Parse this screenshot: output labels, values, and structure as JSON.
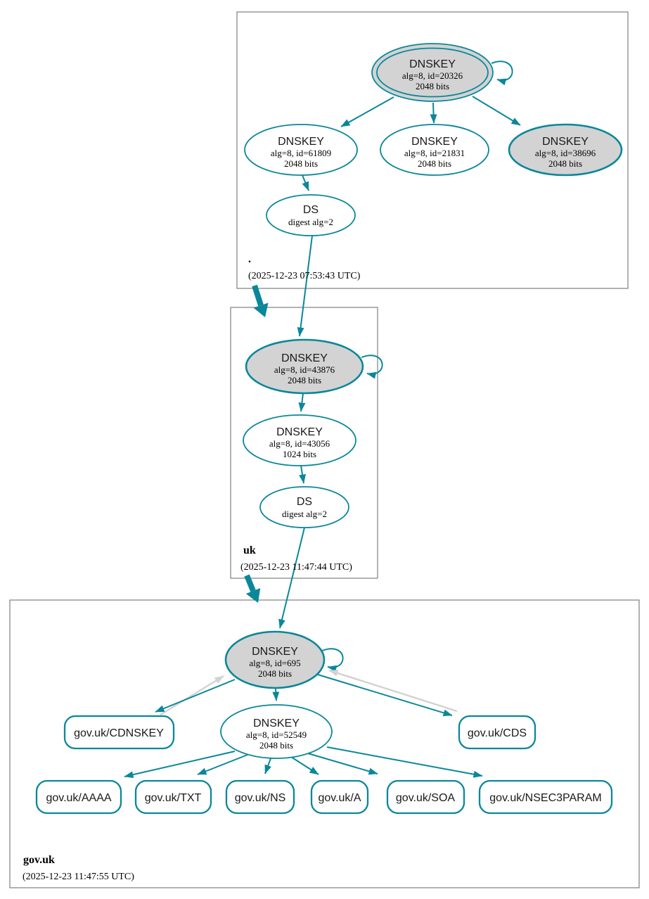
{
  "colors": {
    "secure_teal": "#0a879a",
    "ksk_fill_gray": "#d3d3d3",
    "reverse_arrow_gray": "#d2d2d2",
    "zone_box_border": "#7e7e7e"
  },
  "zones": {
    "root": {
      "label": ".",
      "timestamp": "(2025-12-23 07:53:43 UTC)",
      "ksk": {
        "title": "DNSKEY",
        "alg": "alg=8, id=20326",
        "bits": "2048 bits"
      },
      "key61809": {
        "title": "DNSKEY",
        "alg": "alg=8, id=61809",
        "bits": "2048 bits"
      },
      "key21831": {
        "title": "DNSKEY",
        "alg": "alg=8, id=21831",
        "bits": "2048 bits"
      },
      "key38696": {
        "title": "DNSKEY",
        "alg": "alg=8, id=38696",
        "bits": "2048 bits"
      },
      "ds": {
        "title": "DS",
        "digest": "digest alg=2"
      }
    },
    "uk": {
      "label": "uk",
      "timestamp": "(2025-12-23 11:47:44 UTC)",
      "ksk": {
        "title": "DNSKEY",
        "alg": "alg=8, id=43876",
        "bits": "2048 bits"
      },
      "zsk": {
        "title": "DNSKEY",
        "alg": "alg=8, id=43056",
        "bits": "1024 bits"
      },
      "ds": {
        "title": "DS",
        "digest": "digest alg=2"
      }
    },
    "govuk": {
      "label": "gov.uk",
      "timestamp": "(2025-12-23 11:47:55 UTC)",
      "ksk": {
        "title": "DNSKEY",
        "alg": "alg=8, id=695",
        "bits": "2048 bits"
      },
      "zsk": {
        "title": "DNSKEY",
        "alg": "alg=8, id=52549",
        "bits": "2048 bits"
      },
      "cdnskey": "gov.uk/CDNSKEY",
      "cds": "gov.uk/CDS",
      "rrsets": {
        "aaaa": "gov.uk/AAAA",
        "txt": "gov.uk/TXT",
        "ns": "gov.uk/NS",
        "a": "gov.uk/A",
        "soa": "gov.uk/SOA",
        "nsec3param": "gov.uk/NSEC3PARAM"
      }
    }
  }
}
